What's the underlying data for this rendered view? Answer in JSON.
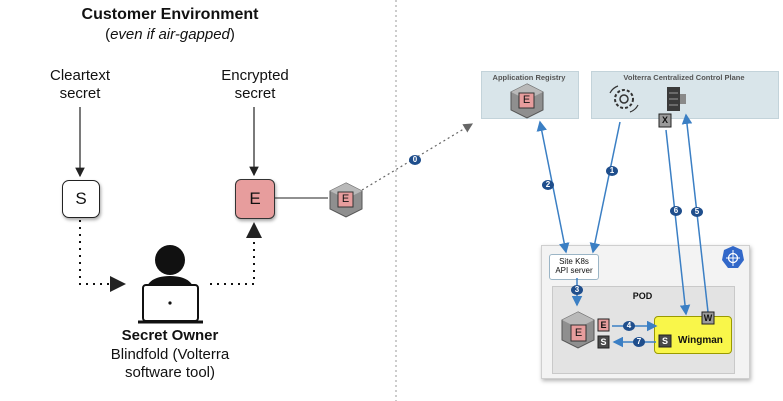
{
  "customer_env": {
    "title": "Customer Environment",
    "subtitle": "even if air-gapped",
    "cleartext_label_1": "Cleartext",
    "cleartext_label_2": "secret",
    "encrypted_label_1": "Encrypted",
    "encrypted_label_2": "secret",
    "s_box": "S",
    "e_box": "E",
    "owner_title": "Secret Owner",
    "owner_sub_1": "Blindfold (Volterra",
    "owner_sub_2": "software tool)",
    "cube_label": "E"
  },
  "app_registry": {
    "title": "Application Registry",
    "cube_label": "E"
  },
  "control_plane": {
    "title": "Volterra Centralized Control Plane",
    "x_badge": "X"
  },
  "site": {
    "k8s_label_1": "Site K8s",
    "k8s_label_2": "API server",
    "pod_label": "POD",
    "cube_label": "E",
    "e_tag": "E",
    "s_tag": "S",
    "wingman_label": "Wingman",
    "wingman_s": "S",
    "wingman_w": "W"
  },
  "steps": [
    "0",
    "1",
    "2",
    "3",
    "4",
    "5",
    "6",
    "7"
  ],
  "colors": {
    "encrypted": "#e79d9d",
    "arrow": "#3b7fc4",
    "wingman": "#f9f64a",
    "panel": "#d9e5ea",
    "step_badge": "#1f4e8c"
  }
}
